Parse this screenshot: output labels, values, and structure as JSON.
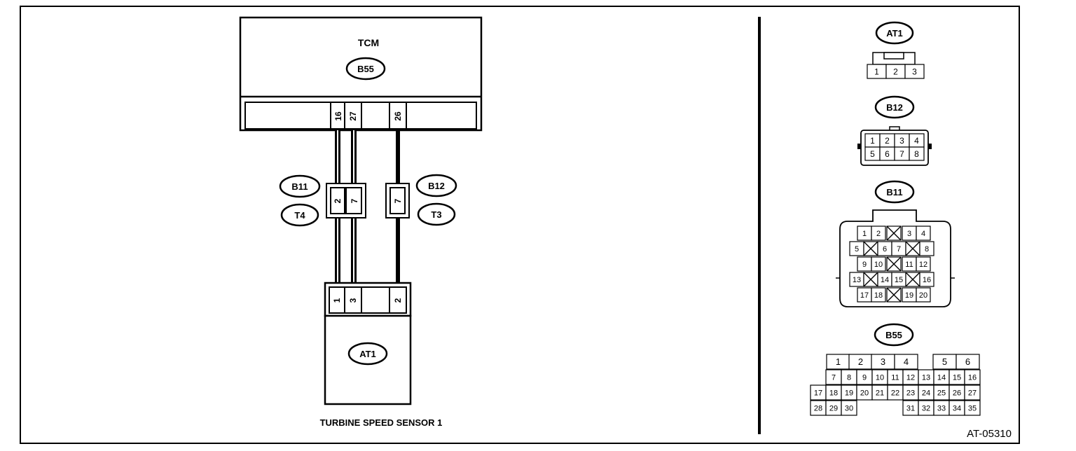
{
  "tcm": {
    "title": "TCM",
    "connector": "B55",
    "pins": [
      "16",
      "27",
      "26"
    ]
  },
  "harness_connectors": {
    "b11": {
      "label": "B11",
      "mate": "T4",
      "pins": [
        "2",
        "7"
      ]
    },
    "b12": {
      "label": "B12",
      "mate": "T3",
      "pins": [
        "7"
      ]
    }
  },
  "sensor": {
    "connector": "AT1",
    "pins": [
      "1",
      "3",
      "2"
    ],
    "caption": "TURBINE SPEED SENSOR 1"
  },
  "views": {
    "at1": {
      "label": "AT1",
      "rows": [
        [
          "1",
          "2",
          "3"
        ]
      ]
    },
    "b12": {
      "label": "B12",
      "rows": [
        [
          "1",
          "2",
          "3",
          "4"
        ],
        [
          "5",
          "6",
          "7",
          "8"
        ]
      ]
    },
    "b11": {
      "label": "B11",
      "rows": [
        [
          "1",
          "2",
          "",
          "3",
          "4"
        ],
        [
          "5",
          "",
          "6",
          "7",
          "",
          "8"
        ],
        [
          "9",
          "10",
          "",
          "11",
          "12"
        ],
        [
          "13",
          "",
          "14",
          "15",
          "",
          "16"
        ],
        [
          "17",
          "18",
          "",
          "19",
          "20"
        ]
      ]
    },
    "b55": {
      "label": "B55",
      "rows": [
        [
          "1",
          "2",
          "3",
          "4",
          "5",
          "6"
        ],
        [
          "7",
          "8",
          "9",
          "10",
          "11",
          "12",
          "13",
          "14",
          "15",
          "16"
        ],
        [
          "17",
          "18",
          "19",
          "20",
          "21",
          "22",
          "23",
          "24",
          "25",
          "26",
          "27"
        ],
        [
          "28",
          "29",
          "30",
          "31",
          "32",
          "33",
          "34",
          "35"
        ]
      ]
    }
  },
  "figure_id": "AT-05310"
}
